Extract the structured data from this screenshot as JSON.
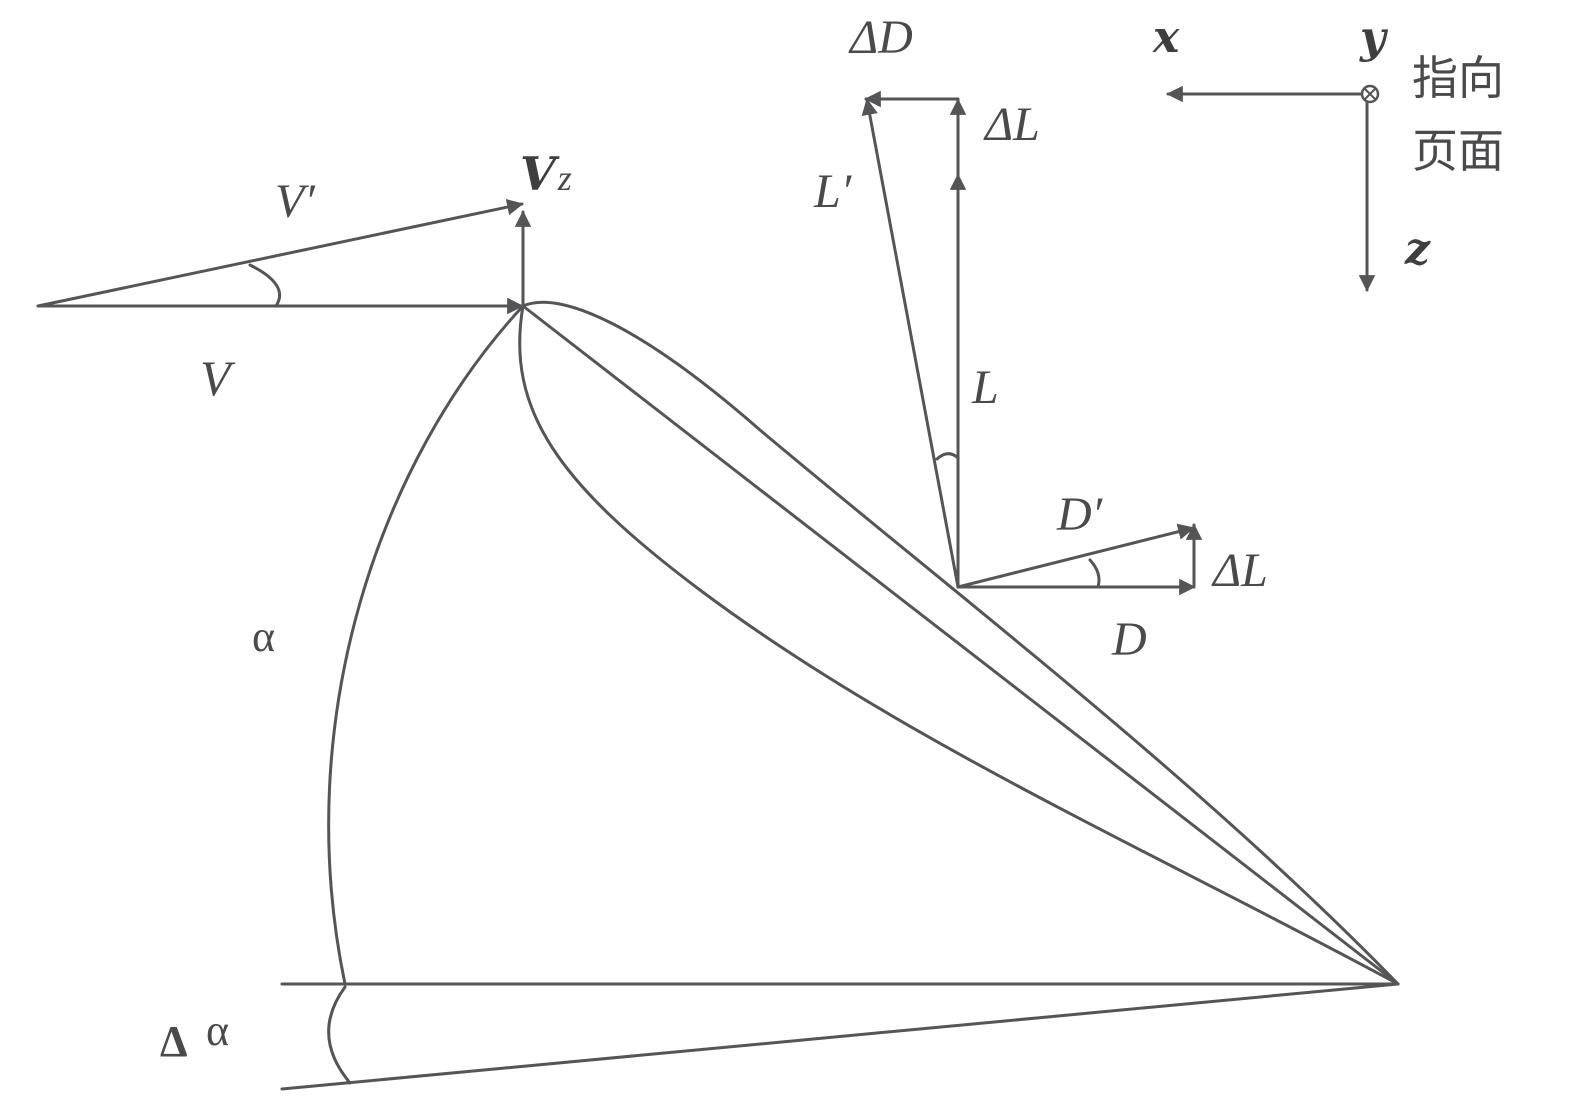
{
  "labels": {
    "v": "V",
    "v_prime": "V′",
    "vz_bold": "V",
    "vz_sub": "z",
    "delta_d": "ΔD",
    "delta_l_top": "ΔL",
    "l_prime": "L′",
    "l": "L",
    "d_prime": "D′",
    "delta_l_right": "ΔL",
    "d": "D",
    "alpha": "α",
    "delta_alpha_delta": "Δ",
    "delta_alpha_alpha": "α"
  },
  "axes": {
    "x": "x",
    "y": "y",
    "z": "z",
    "into_page_line1": "指向",
    "into_page_line2": "页面"
  },
  "colors": {
    "stroke": "#555558",
    "text": "#4a4a4d",
    "background": "#ffffff"
  }
}
